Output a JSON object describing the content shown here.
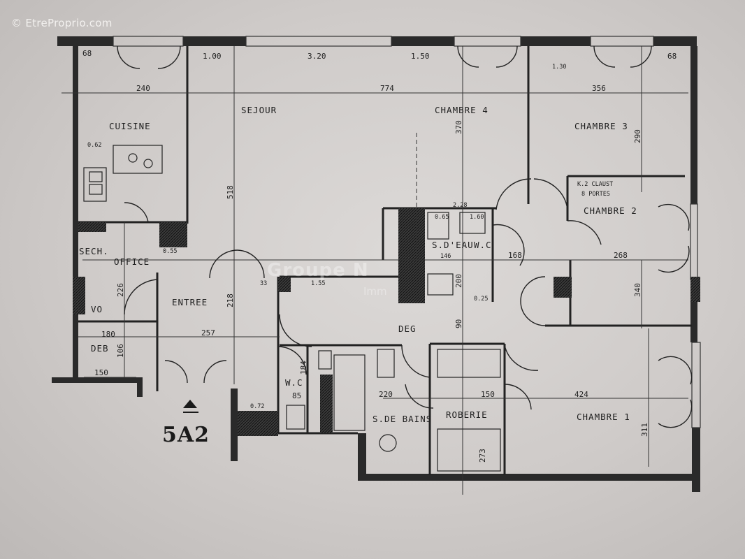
{
  "watermark": "© EtreProprio.com",
  "watermark_center": "Groupe N",
  "watermark_center_sub": "Imm",
  "plan_id": "5A2",
  "rooms": {
    "sejour": "SEJOUR",
    "chambre4": "CHAMBRE 4",
    "chambre3": "CHAMBRE 3",
    "chambre2": "CHAMBRE 2",
    "chambre1": "CHAMBRE 1",
    "cuisine": "CUISINE",
    "office": "OFFICE",
    "sech": "SECH.",
    "vo": "VO",
    "deb": "DEB",
    "entree": "ENTREE",
    "deg": "DEG",
    "sdeau": "S.D'EAU",
    "wc1": "W.C",
    "wc2": "W.C",
    "sdbains": "S.DE BAINS",
    "roberie": "ROBERIE"
  },
  "dims": {
    "d240": "240",
    "d774": "774",
    "d356": "356",
    "d320": "3.20",
    "d150t": "1.50",
    "d100": "1.00",
    "d068": "68",
    "d068r": "68",
    "d130": "1.30",
    "d518": "518",
    "d370": "370",
    "d290": "290",
    "d168": "168",
    "d268": "268",
    "d146": "146",
    "d200": "200",
    "d155": "1.55",
    "d340": "340",
    "d226": "226",
    "d218": "218",
    "d180": "180",
    "d257": "257",
    "d106": "106",
    "d150b": "150",
    "d90": "90",
    "d220": "220",
    "d150r": "150",
    "d424": "424",
    "d311": "311",
    "d85": "85",
    "d184": "184",
    "d273": "273",
    "d228": "2.28",
    "d062": "0.62",
    "d055": "0.55",
    "d025": "0.25",
    "d072": "0.72",
    "d033": "33",
    "d065": "0.65",
    "d160": "1.60"
  },
  "notes": {
    "k2": "K.2 CLAUST",
    "porte": "8 PORTES"
  }
}
